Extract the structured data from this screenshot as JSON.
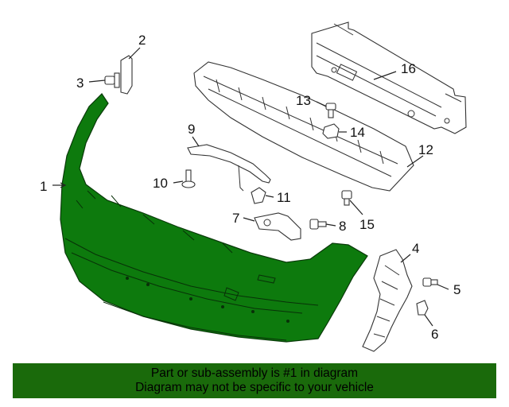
{
  "diagram": {
    "highlight_color": "#0d7a0d",
    "callouts": [
      "1",
      "2",
      "3",
      "4",
      "5",
      "6",
      "7",
      "8",
      "9",
      "10",
      "11",
      "12",
      "13",
      "14",
      "15",
      "16"
    ]
  },
  "banner": {
    "line1": "Part or sub-assembly is #1 in diagram",
    "line2": "Diagram may not be specific to your vehicle",
    "background": "#1a6a0b"
  }
}
